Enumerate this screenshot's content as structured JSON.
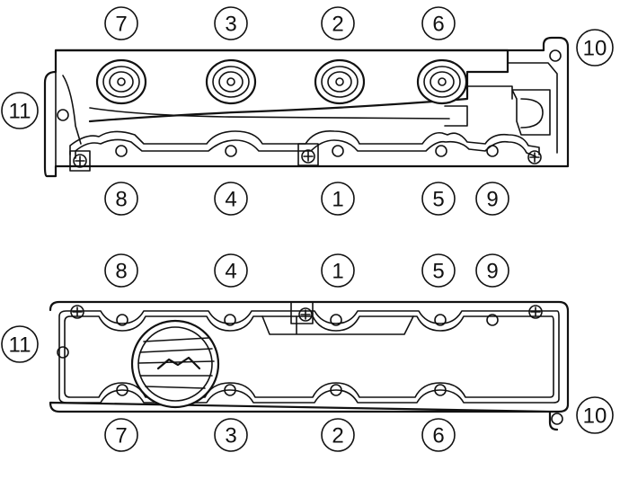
{
  "callouts": {
    "top_view": {
      "upper": [
        "7",
        "3",
        "2",
        "6",
        "10"
      ],
      "lower": [
        "8",
        "4",
        "1",
        "5",
        "9"
      ],
      "side": "11"
    },
    "bottom_view": {
      "upper": [
        "8",
        "4",
        "1",
        "5",
        "9"
      ],
      "lower": [
        "7",
        "3",
        "2",
        "6",
        "10"
      ],
      "side": "11"
    }
  }
}
